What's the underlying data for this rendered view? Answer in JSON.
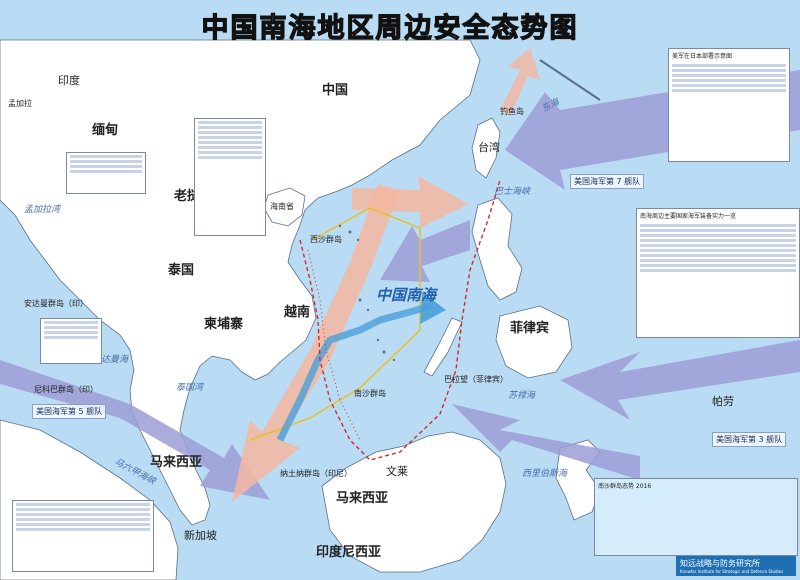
{
  "title": "中国南海地区周边安全态势图",
  "countries": {
    "china": "中国",
    "india": "印度",
    "bangladesh": "孟加拉",
    "myanmar": "缅甸",
    "laos": "老挝",
    "thailand": "泰国",
    "cambodia": "柬埔寨",
    "vietnam": "越南",
    "philippines": "菲律宾",
    "malaysia": "马来西亚",
    "malaysia_borneo": "马来西亚",
    "indonesia": "印度尼西亚",
    "brunei": "文莱",
    "singapore": "新加坡",
    "palau": "帕劳"
  },
  "places": {
    "taiwan": "台湾",
    "hainan": "海南省",
    "diaoyu": "钓鱼岛",
    "xisha": "西沙群岛",
    "nansha": "南沙群岛",
    "andaman": "安达曼群岛（印）",
    "nicobar": "尼科巴群岛（印）",
    "palawan": "巴拉望（菲律宾）",
    "natuna": "纳土纳群岛（印尼）"
  },
  "seas": {
    "scs": "中国南海",
    "andaman_sea": "安达曼海",
    "gulf_thailand": "泰国湾",
    "malacca": "马六甲海峡",
    "sulu": "苏禄海",
    "celebes": "西里伯斯海",
    "east_sea": "东海",
    "bay_bengal": "孟加拉湾",
    "luzon": "巴士海峡"
  },
  "fleets": {
    "seventh": "美国海军第 7 舰队",
    "fifth": "美国海军第 5 舰队",
    "third": "美国海军第 3 舰队"
  },
  "insets": {
    "top_right": "美军在日本部署示意图",
    "table": "南海周边主要国家海军装备实力一览",
    "bottom_right": "南沙群岛态势 2016"
  },
  "logo": {
    "name": "知远战略与防务研究所",
    "english": "Knowfar Institute for Strategic and Defence Studies"
  },
  "colors": {
    "land": "#ffffff",
    "sea": "#b9dcf4",
    "us_arrow": "#9d9ed6",
    "cn_arrow": "#f5b79f",
    "dashline": "#d22a2a",
    "route": "#4aa0da",
    "box_line": "#e8c128"
  }
}
